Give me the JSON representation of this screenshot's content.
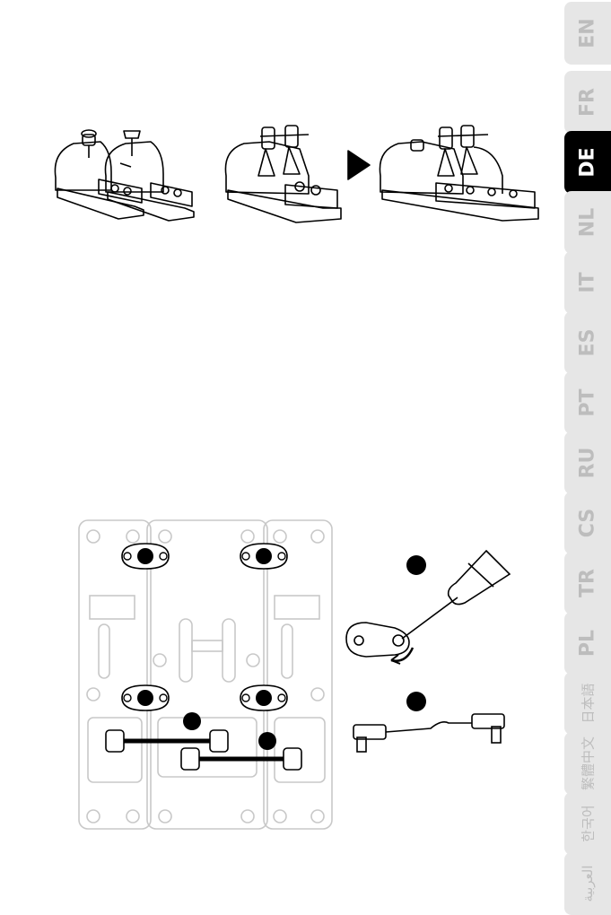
{
  "language_tabs": [
    {
      "label": "EN"
    },
    {
      "label": "FR"
    },
    {
      "label": "DE",
      "active": true
    },
    {
      "label": "NL"
    },
    {
      "label": "IT"
    },
    {
      "label": "ES"
    },
    {
      "label": "PT"
    },
    {
      "label": "RU"
    },
    {
      "label": "CS"
    },
    {
      "label": "TR"
    },
    {
      "label": "PL"
    },
    {
      "label": "日本語"
    },
    {
      "label": "繁體中文"
    },
    {
      "label": "한국어"
    },
    {
      "label": "العربية"
    }
  ],
  "colors": {
    "active_tab": "#000000",
    "inactive_tab": "#e6e6e6",
    "inactive_text": "#bdbdbd"
  }
}
